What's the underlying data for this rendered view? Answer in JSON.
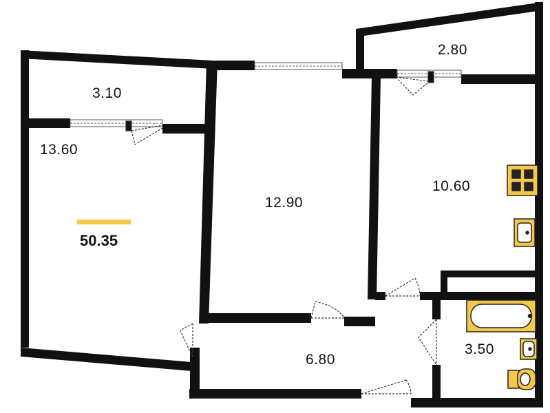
{
  "plan": {
    "total_area": "50.35",
    "rooms": {
      "loggia_left": "3.10",
      "loggia_right": "2.80",
      "bedroom": "13.60",
      "living_room": "12.90",
      "kitchen": "10.60",
      "hallway": "6.80",
      "bathroom": "3.50"
    },
    "colors": {
      "wall": "#111111",
      "accent": "#f5c84a",
      "fixture_outline": "#222222"
    },
    "icons": [
      "stove-icon",
      "kitchen-sink-icon",
      "bathtub-icon",
      "washbasin-icon",
      "toilet-icon"
    ]
  }
}
